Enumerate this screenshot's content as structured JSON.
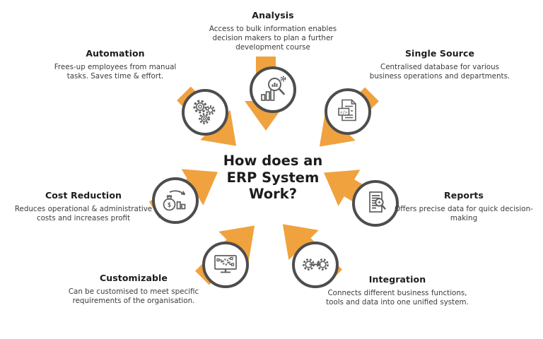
{
  "center": {
    "line1": "How does an",
    "line2": "ERP System",
    "line3": "Work?"
  },
  "colors": {
    "arrow_orange": "#F0A23F",
    "circle_border": "#4D4D4D",
    "icon_stroke": "#5E5E5E",
    "heading_text": "#1D1D1D",
    "body_text": "#3C3C3C",
    "background": "#FFFFFF"
  },
  "sections": {
    "analysis": {
      "title": "Analysis",
      "description": "Access to bulk information enables decision makers to plan a further development course",
      "icon": "chart-magnifier-icon"
    },
    "automation": {
      "title": "Automation",
      "description": "Frees-up employees from manual tasks. Saves time & effort.",
      "icon": "gears-icon"
    },
    "single_source": {
      "title": "Single Source",
      "description": "Centralised database for various business operations and departments.",
      "icon": "code-document-icon"
    },
    "cost_reduction": {
      "title": "Cost Reduction",
      "description": "Reduces operational & administrative costs and increases profit",
      "icon": "money-bag-decline-chart-icon"
    },
    "reports": {
      "title": "Reports",
      "description": "Offers precise data for quick decision-making",
      "icon": "document-magnifier-icon"
    },
    "customizable": {
      "title": "Customizable",
      "description": "Can be customised to meet specific requirements of the organisation.",
      "icon": "monitor-gear-icon"
    },
    "integration": {
      "title": "Integration",
      "description": "Connects different business functions, tools and data into one unified system.",
      "icon": "gears-sync-icon"
    }
  },
  "icon_glyphs": {
    "dollar": "$",
    "code": "</>"
  }
}
